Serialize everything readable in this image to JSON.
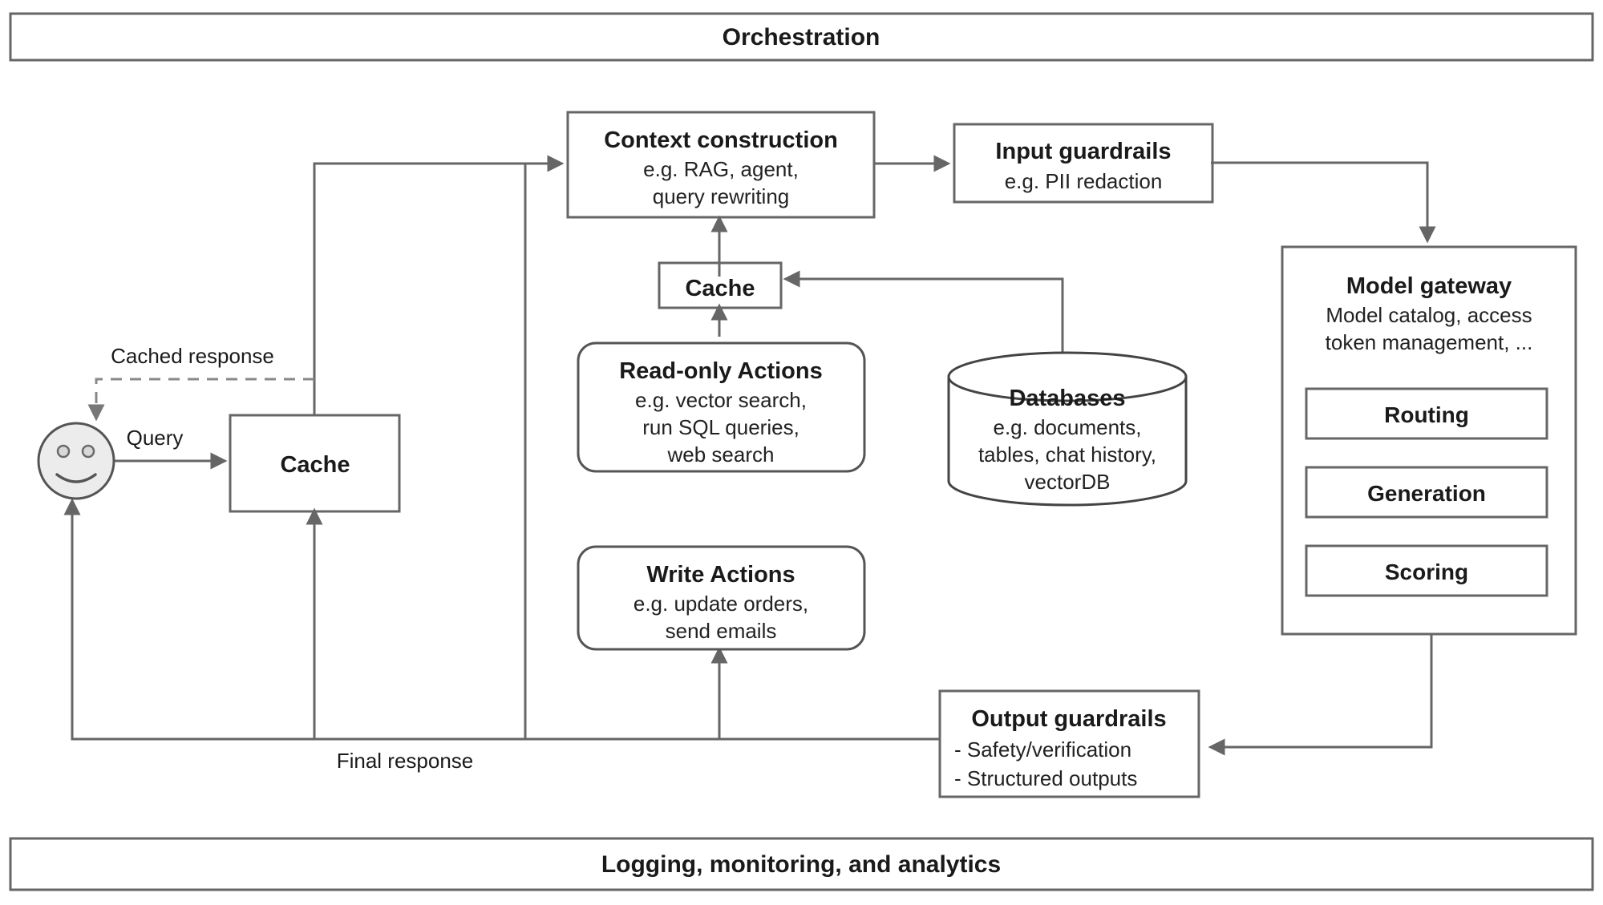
{
  "diagram": {
    "top_banner": {
      "label": "Orchestration"
    },
    "bottom_banner": {
      "label": "Logging, monitoring, and analytics"
    },
    "nodes": {
      "user": {
        "name": "user-face",
        "icon": "smiley-face-icon"
      },
      "user_cache": {
        "title": "Cache"
      },
      "context_construction": {
        "title": "Context construction",
        "line1": "e.g. RAG, agent,",
        "line2": "query rewriting"
      },
      "input_guardrails": {
        "title": "Input guardrails",
        "line1": "e.g. PII redaction"
      },
      "inner_cache": {
        "title": "Cache"
      },
      "read_only_actions": {
        "title": "Read-only Actions",
        "line1": "e.g. vector search,",
        "line2": "run SQL queries,",
        "line3": "web search"
      },
      "databases": {
        "title": "Databases",
        "line1": "e.g. documents,",
        "line2": "tables, chat history,",
        "line3": "vectorDB"
      },
      "write_actions": {
        "title": "Write Actions",
        "line1": "e.g. update orders,",
        "line2": "send emails"
      },
      "model_gateway": {
        "title": "Model gateway",
        "line1": "Model catalog, access",
        "line2": "token management, ...",
        "children": [
          {
            "label": "Routing"
          },
          {
            "label": "Generation"
          },
          {
            "label": "Scoring"
          }
        ]
      },
      "output_guardrails": {
        "title": "Output guardrails",
        "line1": "- Safety/verification",
        "line2": "- Structured outputs"
      }
    },
    "edge_labels": {
      "query": "Query",
      "cached_response": "Cached response",
      "final_response": "Final response"
    },
    "colors": {
      "stroke": "#666666",
      "dashed_stroke": "#888888",
      "text": "#1a1a1a",
      "face_fill": "#ececec",
      "background": "#ffffff"
    }
  }
}
